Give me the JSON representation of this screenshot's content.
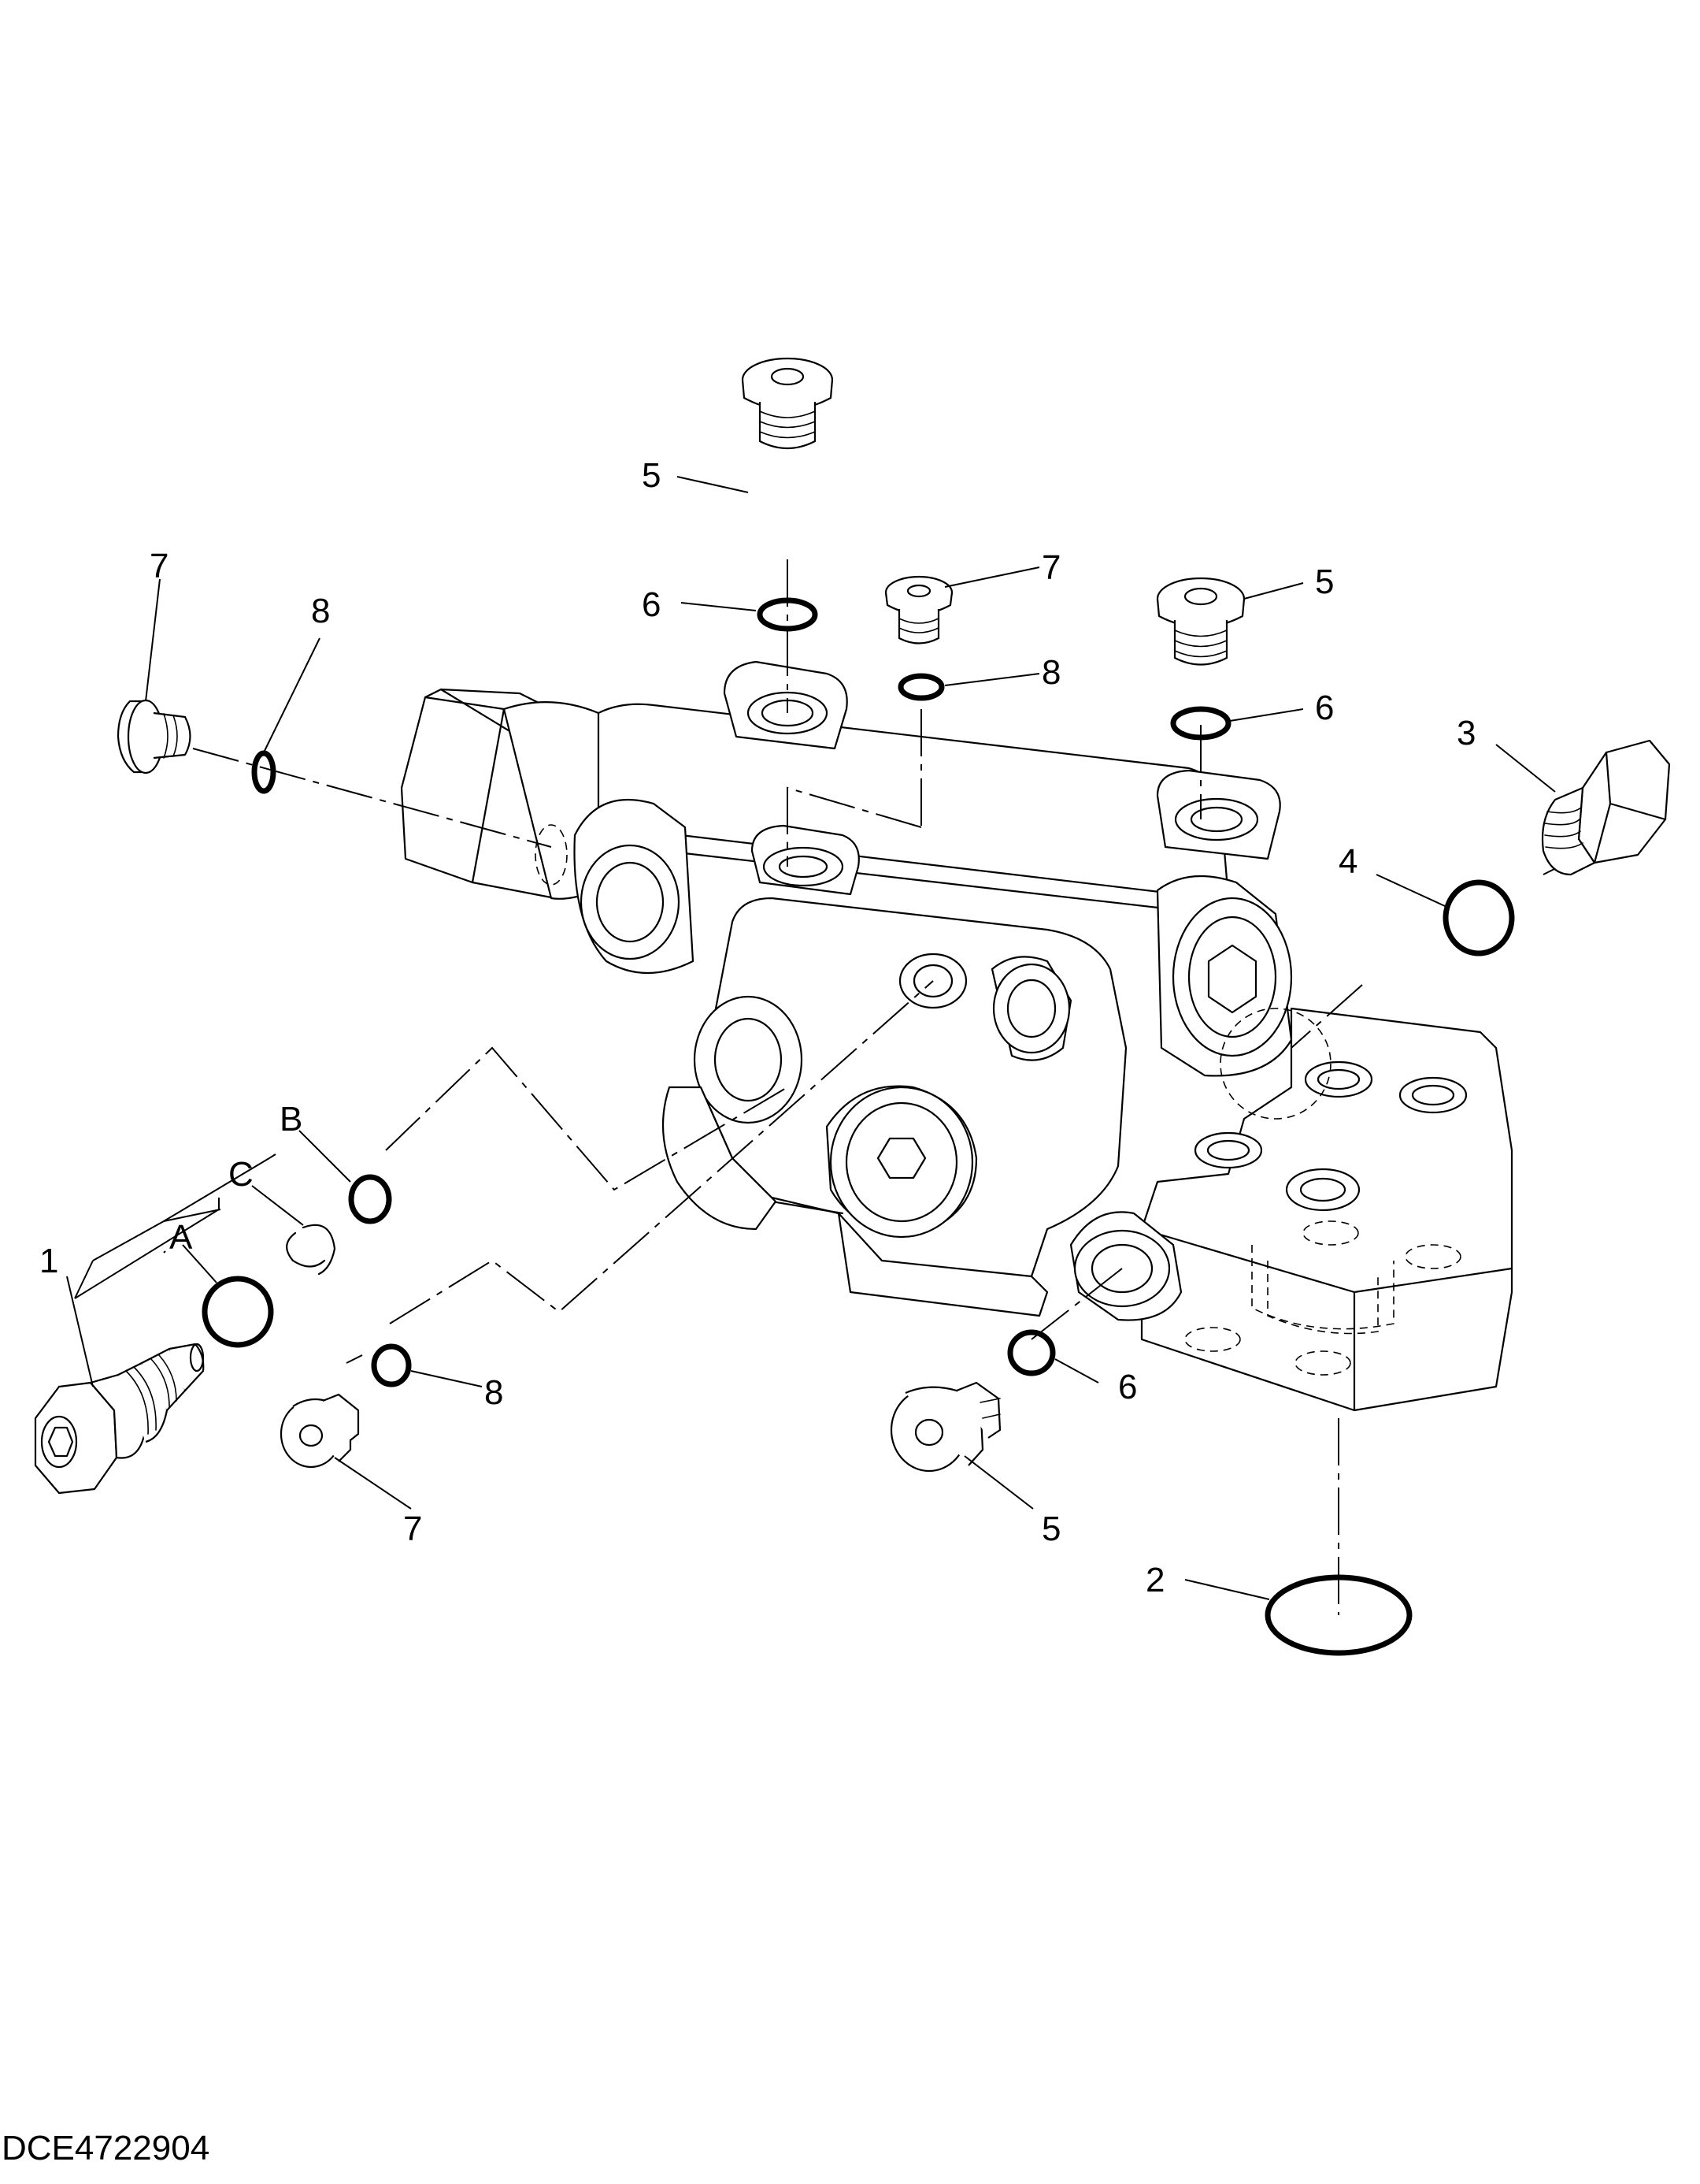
{
  "diagram": {
    "drawing_id": "DCE4722904",
    "callouts": {
      "part_1": "1",
      "part_2": "2",
      "part_3": "3",
      "part_4": "4",
      "part_5_top": "5",
      "part_5_right": "5",
      "part_5_bottom": "5",
      "part_6_top": "6",
      "part_6_right": "6",
      "part_6_bottom": "6",
      "part_7_left": "7",
      "part_7_top": "7",
      "part_7_bottom": "7",
      "part_8_left": "8",
      "part_8_top": "8",
      "part_8_bottom": "8",
      "kit_a": "A",
      "kit_b": "B",
      "kit_c": "C"
    }
  }
}
